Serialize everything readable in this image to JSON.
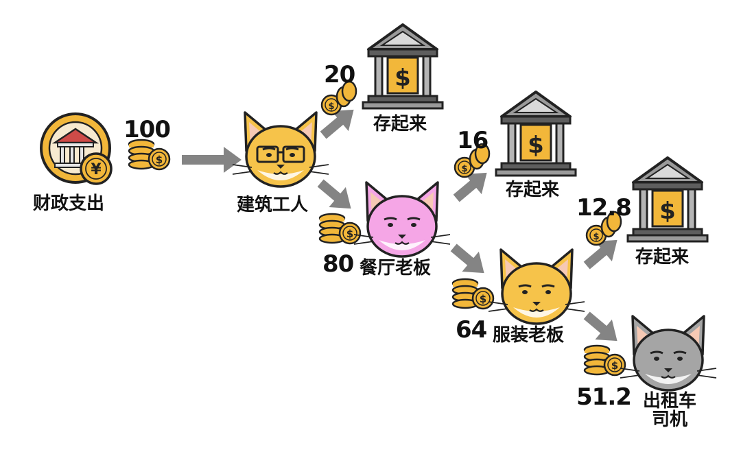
{
  "colors": {
    "coin": "#f2b73a",
    "coin_edge": "#222222",
    "arrow": "#848484",
    "bank": "#9a9a9a",
    "bank_dark": "#5e5e5e",
    "dollar_panel": "#f2b73a",
    "cat_yellow": "#f6c34a",
    "cat_pink": "#f5a6e6",
    "cat_gray": "#a5a5a5",
    "inner_ear": "#f6c9b4",
    "sticker": "#f2b73a",
    "sticker_center": "#f7ead0",
    "roof_red": "#cf4b48"
  },
  "icons": {
    "government": "bank-building-yen-coin-icon",
    "coins": "coin-stack-icon",
    "bank": "bank-dollar-icon",
    "arrow": "arrow-right-icon",
    "cats": [
      "cat-glasses-icon",
      "cat-pink-icon",
      "cat-yellow-icon",
      "cat-gray-icon"
    ]
  },
  "nodes": {
    "government": "财政支出",
    "worker": "建筑工人",
    "restaurant": "餐厅老板",
    "clothing": "服装老板",
    "taxi_line1": "出租车",
    "taxi_line2": "司机",
    "bank_1": "存起来",
    "bank_2": "存起来",
    "bank_3": "存起来"
  },
  "amounts": {
    "spend_total": 100,
    "worker_save": 20,
    "worker_spend": 80,
    "restaurant_save": 16,
    "restaurant_spend": 64,
    "clothing_save": 12.8,
    "clothing_spend": 51.2
  },
  "amount_labels": {
    "spend_total": "100",
    "worker_save": "20",
    "worker_spend": "80",
    "restaurant_save": "16",
    "restaurant_spend": "64",
    "clothing_save": "12.8",
    "clothing_spend": "51.2"
  }
}
